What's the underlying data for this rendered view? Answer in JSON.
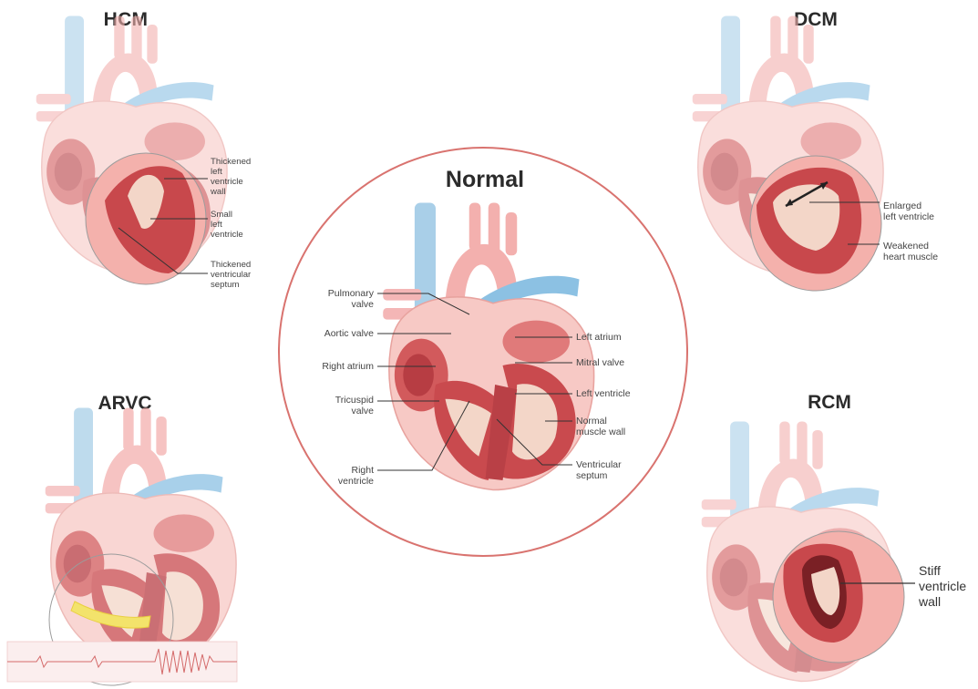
{
  "panels": {
    "hcm": {
      "title": "HCM",
      "labels": {
        "thickened_lv_wall": "Thickened\nleft\nventricle\nwall",
        "small_lv": "Small\nleft\nventricle",
        "thickened_septum": "Thickened\nventricular\nseptum"
      }
    },
    "dcm": {
      "title": "DCM",
      "labels": {
        "enlarged_lv": "Enlarged\nleft ventricle",
        "weakened_muscle": "Weakened\nheart muscle"
      }
    },
    "normal": {
      "title": "Normal",
      "labels": {
        "pulmonary_valve": "Pulmonary\nvalve",
        "aortic_valve": "Aortic valve",
        "right_atrium": "Right atrium",
        "tricuspid_valve": "Tricuspid\nvalve",
        "right_ventricle": "Right\nventricle",
        "left_atrium": "Left atrium",
        "mitral_valve": "Mitral valve",
        "left_ventricle": "Left ventricle",
        "normal_muscle_wall": "Normal\nmuscle wall",
        "ventricular_septum": "Ventricular\nseptum"
      }
    },
    "arvc": {
      "title": "ARVC"
    },
    "rcm": {
      "title": "RCM",
      "labels": {
        "stiff_wall": "Stiff\nventricle\nwall"
      }
    }
  },
  "colors": {
    "normal_circle": "#d9736f",
    "vein_blue": "#7fb7dc",
    "artery_pink": "#f2a7a7",
    "muscle_red": "#c8484c",
    "fat_yellow": "#f3e36b",
    "leader_line": "#333333"
  },
  "icons": [
    "heart-illustration",
    "ecg-trace"
  ]
}
